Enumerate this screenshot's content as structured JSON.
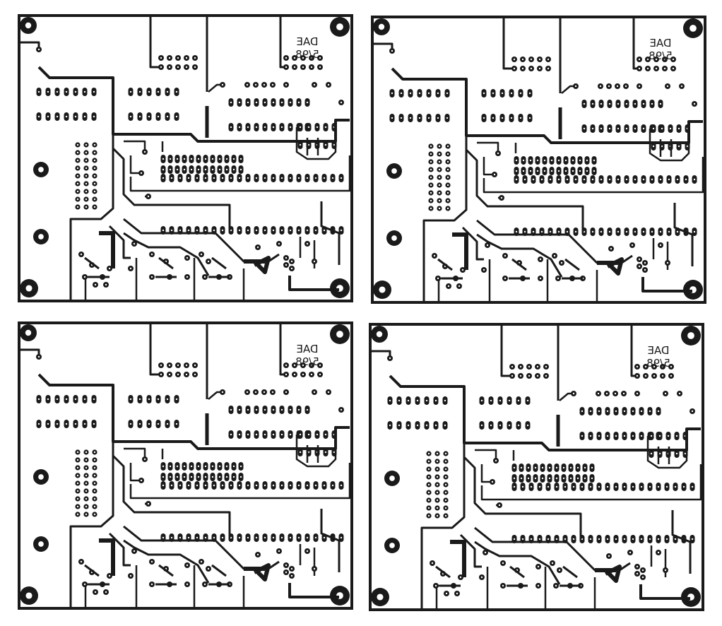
{
  "sheet": {
    "title_label": "DAE",
    "date_label": "5/98",
    "ink_color": "#1a1a1a",
    "paper_color": "#ffffff",
    "board_count": 4,
    "text_mirrored": true
  }
}
